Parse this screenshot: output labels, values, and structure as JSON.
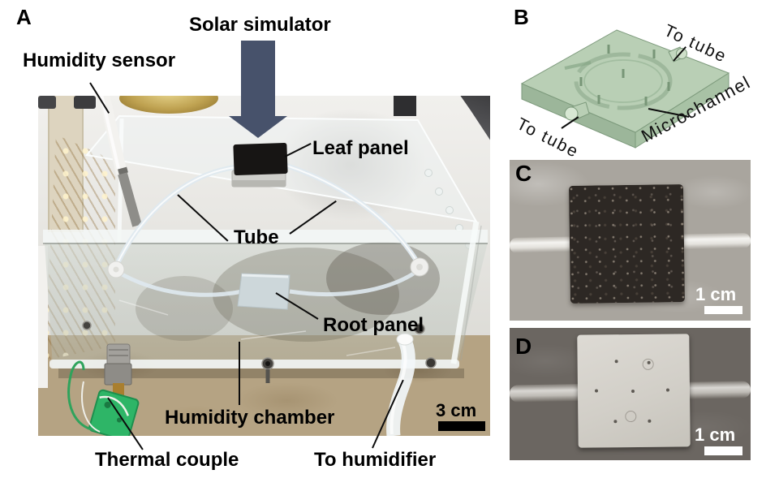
{
  "figure_labels": {
    "a": "A",
    "b": "B",
    "c": "C",
    "d": "D"
  },
  "panelA": {
    "solar_simulator": "Solar simulator",
    "humidity_sensor": "Humidity sensor",
    "leaf_panel": "Leaf panel",
    "tube": "Tube",
    "root_panel": "Root panel",
    "humidity_chamber": "Humidity chamber",
    "thermal_couple": "Thermal couple",
    "to_humidifier": "To humidifier",
    "scale_label": "3 cm"
  },
  "panelB": {
    "to_tube_top": "To tube",
    "to_tube_bottom": "To tube",
    "microchannel": "Microchannel"
  },
  "panelC": {
    "scale_label": "1 cm"
  },
  "panelD": {
    "scale_label": "1 cm"
  },
  "colors": {
    "solar_arrow": "#47526b",
    "microchannel_plate": "#b9cfb5",
    "leaf_panel": "#171514",
    "root_panel": "#cdd7da",
    "panel_c_background": "#a9a59e",
    "panel_d_background": "#6b6661",
    "thermocouple_connector": "#2eb567",
    "scale_bar_a": "#000000",
    "scale_bar_cd": "#ffffff"
  }
}
